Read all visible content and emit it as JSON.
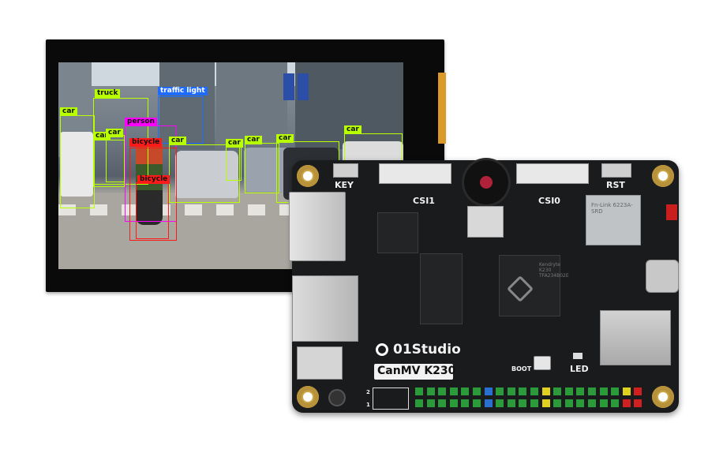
{
  "display": {
    "detections": [
      {
        "label": "car",
        "color": "#b8ff00"
      },
      {
        "label": "truck",
        "color": "#b8ff00"
      },
      {
        "label": "traffic light",
        "color": "#1e6bff"
      },
      {
        "label": "person",
        "color": "#ff00ff"
      },
      {
        "label": "car",
        "color": "#b8ff00"
      },
      {
        "label": "car",
        "color": "#b8ff00"
      },
      {
        "label": "bicycle",
        "color": "#ff1a1a"
      },
      {
        "label": "car",
        "color": "#b8ff00"
      },
      {
        "label": "car",
        "color": "#b8ff00"
      },
      {
        "label": "car",
        "color": "#b8ff00"
      },
      {
        "label": "car",
        "color": "#b8ff00"
      },
      {
        "label": "car",
        "color": "#b8ff00"
      },
      {
        "label": "bicycle",
        "color": "#ff1a1a"
      }
    ]
  },
  "board": {
    "key_label": "KEY",
    "rst_label": "RST",
    "csi1_label": "CSI1",
    "csi0_label": "CSI0",
    "brand": "01Studio",
    "model": "CanMV K230",
    "boot_label": "BOOT",
    "led_label": "LED",
    "pin2_label": "2",
    "pin1_label": "1",
    "soc_text": "Kendryte K230 TFA234B02E",
    "wifi_text": "Fn-Link 6223A-SRD"
  },
  "colors": {
    "pcb": "#1a1b1d",
    "pad_gold": "#c9a64a",
    "header_green": "#2a9a3a",
    "header_blue": "#2a6fd0",
    "header_yellow": "#e0d020",
    "header_red": "#d02020"
  }
}
